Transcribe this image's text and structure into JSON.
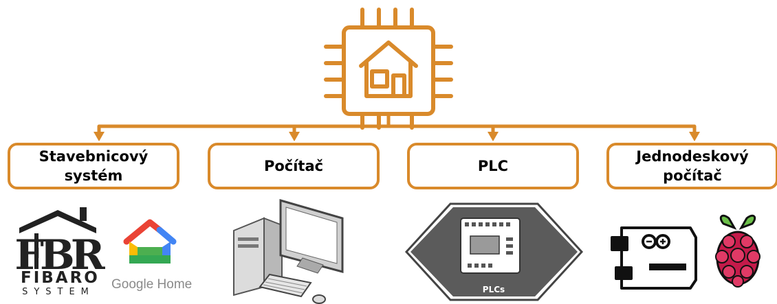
{
  "colors": {
    "accent": "#d98a2b",
    "dark": "#222222",
    "grey": "#8a8a8a"
  },
  "root": {
    "icon": "chip-house-icon"
  },
  "categories": [
    {
      "label": "Stavebnicový\nsystém"
    },
    {
      "label": "Počítač"
    },
    {
      "label": "PLC"
    },
    {
      "label": "Jednodeskový\npočítač"
    }
  ],
  "logos": {
    "fibaro_word": "FIBARO",
    "fibaro_sub": "SYSTEM",
    "google_home": "Google Home",
    "plc_badge": "PLCs"
  }
}
